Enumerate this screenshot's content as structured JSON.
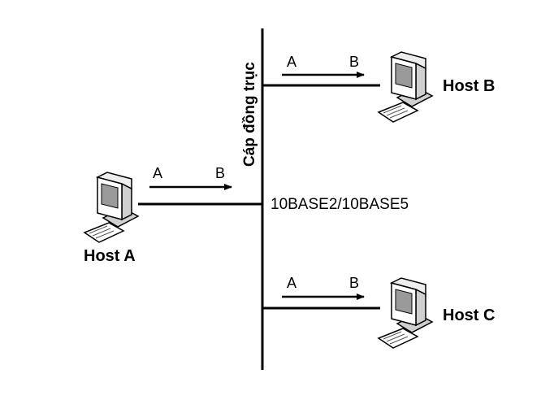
{
  "hosts": {
    "a": {
      "label": "Host A"
    },
    "b": {
      "label": "Host B"
    },
    "c": {
      "label": "Host C"
    }
  },
  "arrows": {
    "from": "A",
    "to": "B"
  },
  "bus": {
    "cable_label": "Cáp đồng trục",
    "standard_label": "10BASE2/10BASE5"
  },
  "icons": [
    "computer-icon"
  ],
  "colors": {
    "line": "#000000",
    "monitor_body": "#ffffff",
    "screen": "#9a9a9a",
    "shade": "#d0d0d0"
  }
}
